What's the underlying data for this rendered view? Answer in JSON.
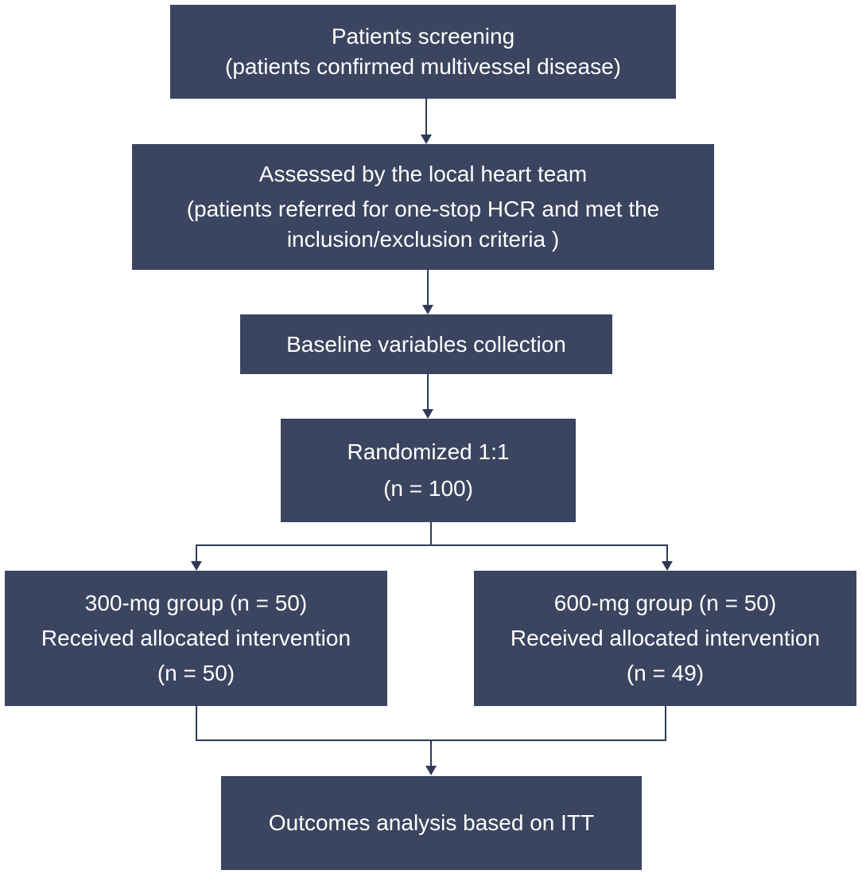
{
  "flowchart": {
    "screening": {
      "line1": "Patients screening",
      "line2": "(patients confirmed multivessel disease)"
    },
    "assessed": {
      "line1": "Assessed by the local heart team",
      "line2": "(patients referred for one-stop HCR and met the",
      "line3": "inclusion/exclusion criteria )"
    },
    "baseline": {
      "line1": "Baseline variables collection"
    },
    "randomized": {
      "line1": "Randomized 1:1",
      "line2": "(n = 100)"
    },
    "group300": {
      "line1": "300-mg group (n = 50)",
      "line2": "Received allocated intervention",
      "line3": "(n = 50)"
    },
    "group600": {
      "line1": "600-mg group (n = 50)",
      "line2": "Received allocated intervention",
      "line3": "(n = 49)"
    },
    "outcomes": {
      "line1": "Outcomes analysis based on ITT"
    }
  },
  "colors": {
    "box_fill": "#3b4560",
    "connector": "#2f3a57",
    "text": "#ffffff"
  }
}
